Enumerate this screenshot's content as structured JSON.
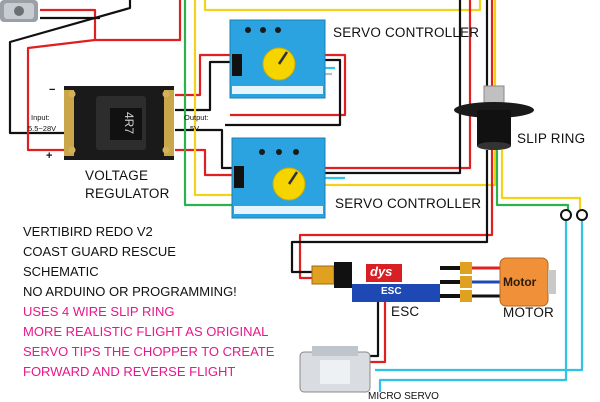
{
  "labels": {
    "servo_controller_top": "SERVO CONTROLLER",
    "servo_controller_bottom": "SERVO CONTROLLER",
    "voltage_regulator_line1": "VOLTAGE",
    "voltage_regulator_line2": "REGULATOR",
    "regulator_input_line1": "Input:",
    "regulator_input_line2": "5.5~28V",
    "regulator_output_line1": "Output:",
    "regulator_output_line2": "5V",
    "regulator_chip": "4R7",
    "regulator_plus": "+",
    "regulator_minus": "−",
    "slip_ring": "SLIP RING",
    "esc": "ESC",
    "esc_brand": "dys",
    "esc_tag": "ESC",
    "motor": "MOTOR",
    "motor_tag": "Motor",
    "micro_servo": "MICRO SERVO"
  },
  "notes": {
    "black_lines": [
      "VERTIBIRD REDO V2",
      "COAST GUARD RESCUE",
      "SCHEMATIC",
      "NO ARDUINO OR PROGRAMMING!"
    ],
    "pink_lines": [
      "USES 4 WIRE SLIP RING",
      "MORE REALISTIC FLIGHT AS ORIGINAL",
      "SERVO TIPS THE CHOPPER TO CREATE",
      "FORWARD AND REVERSE FLIGHT"
    ]
  },
  "colors": {
    "wire_red": "#e02020",
    "wire_black": "#111111",
    "wire_yellow": "#f2d21a",
    "wire_green": "#2bb24c",
    "wire_cyan": "#2ec4e6",
    "servo_box": "#2aa3e0",
    "knob": "#f5d400",
    "pink_text": "#e8178a",
    "esc_red": "#d81f26",
    "esc_blue": "#1e49b5",
    "motor_orange": "#f0913a"
  }
}
